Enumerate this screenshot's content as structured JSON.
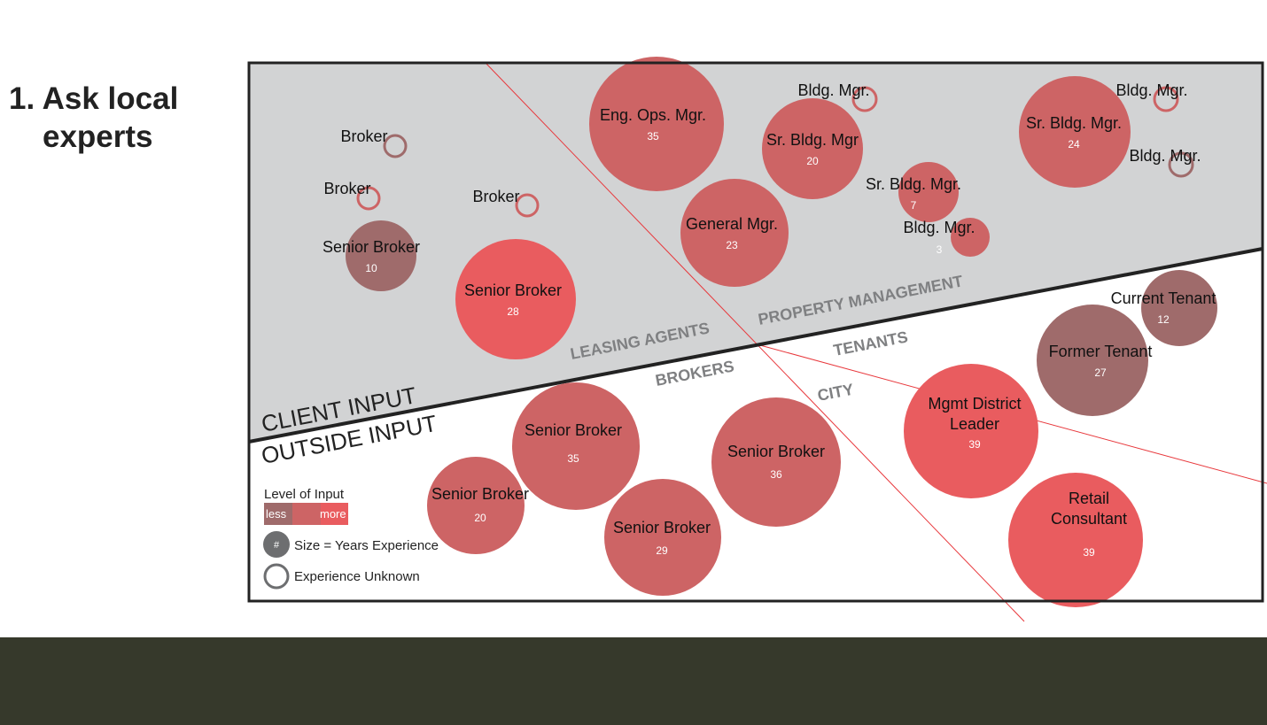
{
  "heading": {
    "line1": "1. Ask local",
    "line2": "experts"
  },
  "regions": {
    "client_input": "CLIENT INPUT",
    "outside_input": "OUTSIDE INPUT",
    "leasing_agents": "LEASING AGENTS",
    "property_management": "PROPERTY MANAGEMENT",
    "brokers": "BROKERS",
    "tenants": "TENANTS",
    "city": "CITY"
  },
  "legend": {
    "title": "Level of Input",
    "less": "less",
    "more": "more",
    "size_symbol": "#",
    "size_label": "Size = Years Experience",
    "unknown_label": "Experience Unknown"
  },
  "colors": {
    "less": "#9f6b6b",
    "mid": "#cd6465",
    "more": "#e95c5f",
    "band": "#d2d3d4",
    "footer": "#36392b",
    "divider": "#e8383c"
  },
  "experts": [
    {
      "label": "Broker",
      "years": "",
      "level": "less"
    },
    {
      "label": "Broker",
      "years": "",
      "level": "mid"
    },
    {
      "label": "Broker",
      "years": "",
      "level": "mid"
    },
    {
      "label": "Senior Broker",
      "years": "10",
      "level": "less"
    },
    {
      "label": "Senior Broker",
      "years": "28",
      "level": "more"
    },
    {
      "label": "Eng. Ops. Mgr.",
      "years": "35",
      "level": "mid"
    },
    {
      "label": "General Mgr.",
      "years": "23",
      "level": "mid"
    },
    {
      "label": "Bldg. Mgr.",
      "years": "",
      "level": "mid"
    },
    {
      "label": "Sr. Bldg. Mgr",
      "years": "20",
      "level": "mid"
    },
    {
      "label": "Sr. Bldg. Mgr.",
      "years": "7",
      "level": "mid"
    },
    {
      "label": "Bldg. Mgr.",
      "years": "3",
      "level": "mid"
    },
    {
      "label": "Sr. Bldg. Mgr.",
      "years": "24",
      "level": "mid"
    },
    {
      "label": "Bldg. Mgr.",
      "years": "",
      "level": "mid"
    },
    {
      "label": "Bldg. Mgr.",
      "years": "",
      "level": "less"
    },
    {
      "label": "Current Tenant",
      "years": "12",
      "level": "less"
    },
    {
      "label": "Former Tenant",
      "years": "27",
      "level": "less"
    },
    {
      "label": "Mgmt District Leader",
      "years": "39",
      "level": "more"
    },
    {
      "label": "Retail Consultant",
      "years": "39",
      "level": "more"
    },
    {
      "label": "Senior Broker",
      "years": "35",
      "level": "mid"
    },
    {
      "label": "Senior Broker",
      "years": "20",
      "level": "mid"
    },
    {
      "label": "Senior Broker",
      "years": "29",
      "level": "mid"
    },
    {
      "label": "Senior Broker",
      "years": "36",
      "level": "mid"
    }
  ]
}
